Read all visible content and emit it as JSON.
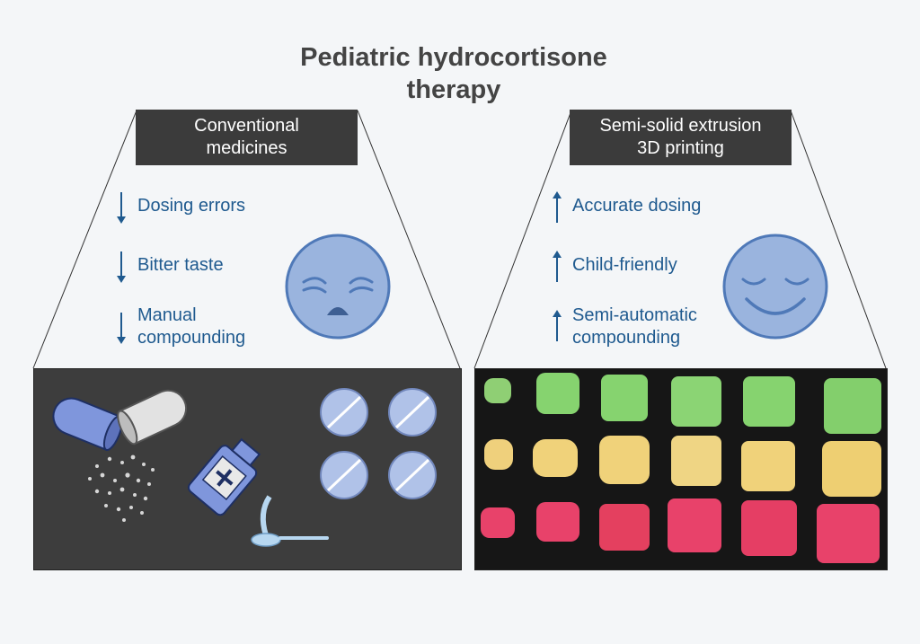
{
  "title_line1": "Pediatric hydrocortisone",
  "title_line2": "therapy",
  "left": {
    "header_line1": "Conventional",
    "header_line2": "medicines",
    "items": [
      {
        "line1": "Dosing errors",
        "line2": "",
        "direction": "down"
      },
      {
        "line1": "Bitter taste",
        "line2": "",
        "direction": "down"
      },
      {
        "line1": "Manual",
        "line2": "compounding",
        "direction": "down"
      }
    ],
    "face": "sad-face"
  },
  "right": {
    "header_line1": "Semi-solid extrusion",
    "header_line2": "3D printing",
    "items": [
      {
        "line1": "Accurate dosing",
        "line2": "",
        "direction": "up"
      },
      {
        "line1": "Child-friendly",
        "line2": "",
        "direction": "up"
      },
      {
        "line1": "Semi-automatic",
        "line2": "compounding",
        "direction": "up"
      }
    ],
    "face": "happy-face"
  },
  "colors": {
    "accent_blue": "#1f5a8f",
    "face_fill": "#9ab4de",
    "face_stroke": "#4f79b8",
    "green_cube": "#86d36f",
    "yellow_cube": "#f0d27a",
    "pink_cube": "#e8426a"
  }
}
